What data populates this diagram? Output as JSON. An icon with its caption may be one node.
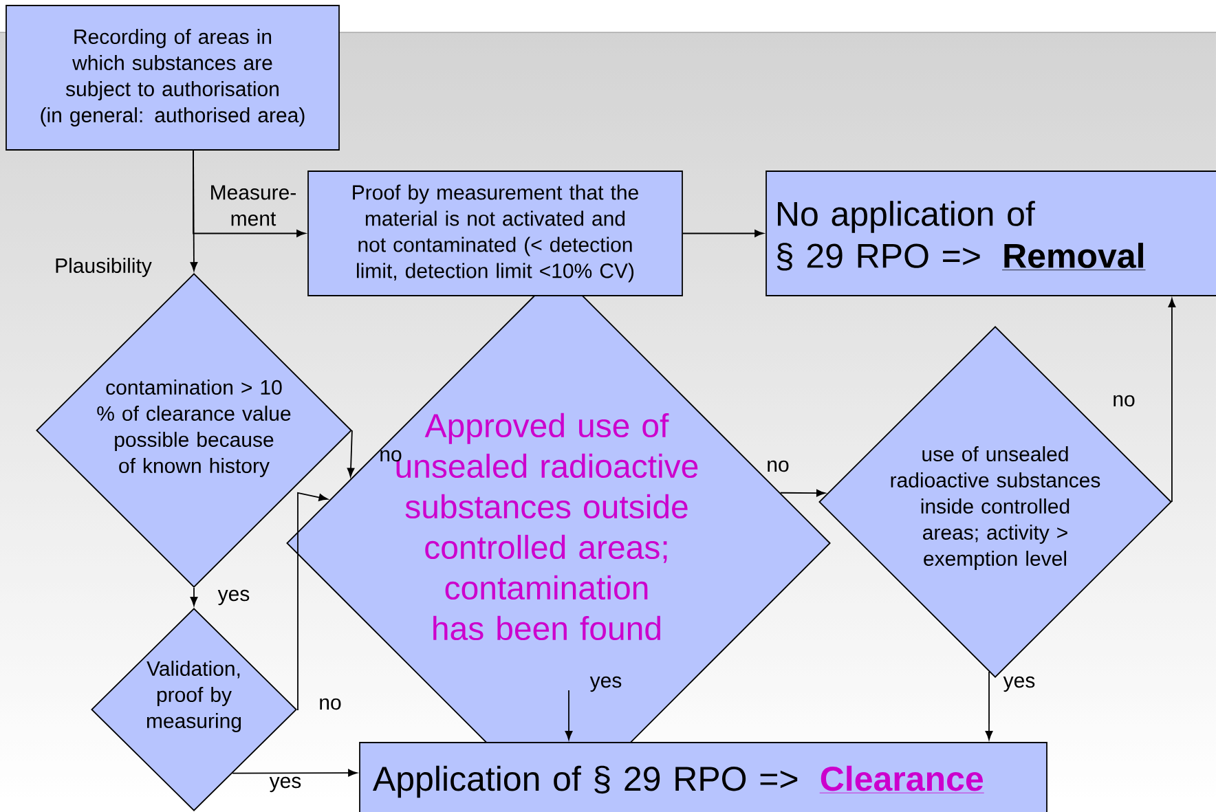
{
  "diagram": {
    "nodes": [
      {
        "text": [
          "Recording of areas in which substances are subject to authorisation",
          "(in general: authorised area)"
        ]
      },
      {
        "text": [
          "Proof by measurement that the material is not activated and not contaminated (< detection limit, detection limit <10% CV)"
        ]
      },
      {
        "text": [
          "No application of § 29 RPO =>",
          "Removal"
        ]
      },
      {
        "text": [
          "contamination > 10 % of clearance value possible because of known history"
        ]
      },
      {
        "text": [
          "Validation, proof by measuring"
        ]
      },
      {
        "text": [
          "Approved use of unsealed radioactive substances outside controlled areas; contamination has been found"
        ]
      },
      {
        "text": [
          "use of unsealed radioactive substances inside controlled areas; activity > exemption level"
        ]
      },
      {
        "text": [
          "Application of § 29 RPO =>",
          "Clearance"
        ]
      }
    ],
    "edges": [
      {
        "from": 0,
        "to": 3,
        "arrow": "to",
        "label": "Plausibility"
      },
      {
        "from": 0,
        "to": 1,
        "arrow": "to",
        "label": "Measure- ment"
      },
      {
        "from": 1,
        "to": 2,
        "arrow": "to"
      },
      {
        "from": 3,
        "to": 5,
        "arrow": "to",
        "label": "no"
      },
      {
        "from": 3,
        "to": 4,
        "arrow": "to",
        "label": "yes"
      },
      {
        "from": 4,
        "to": 5,
        "arrow": "to",
        "label": "no"
      },
      {
        "from": 4,
        "to": 7,
        "arrow": "to",
        "label": "yes"
      },
      {
        "from": 5,
        "to": 7,
        "arrow": "to",
        "label": "yes"
      },
      {
        "from": 5,
        "to": 6,
        "arrow": "to",
        "label": "no"
      },
      {
        "from": 6,
        "to": 2,
        "arrow": "to",
        "label": "no"
      },
      {
        "from": 6,
        "to": 7,
        "arrow": "to",
        "label": "yes"
      }
    ]
  }
}
